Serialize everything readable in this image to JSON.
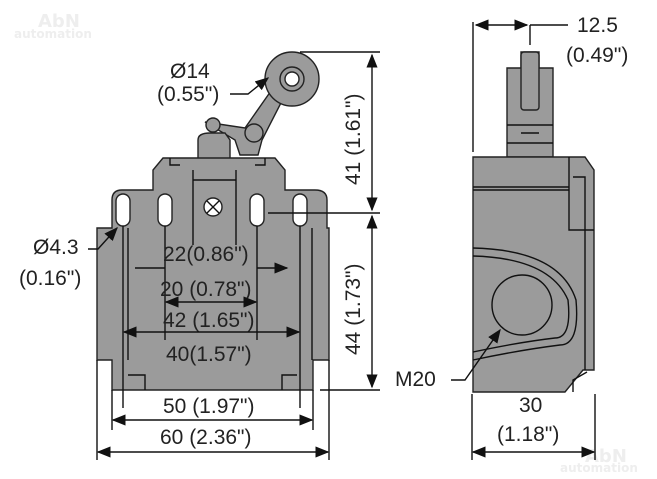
{
  "watermark": {
    "line1": "AbN",
    "line2": "automation"
  },
  "front_view": {
    "roller_diameter": {
      "mm": "Ø14",
      "inch": "(0.55\")"
    },
    "height_top": "41 (1.61\")",
    "height_body": "44 (1.73\")",
    "hole_diameter": {
      "mm": "Ø4.3",
      "inch": "(0.16\")"
    },
    "dim_22": "22(0.86\")",
    "dim_20": "20 (0.78\")",
    "dim_42": "42 (1.65\")",
    "dim_40": "40(1.57\")",
    "dim_50": "50 (1.97\")",
    "dim_60": "60 (2.36\")"
  },
  "side_view": {
    "plunger_offset": {
      "mm": "12.5",
      "inch": "(0.49\")"
    },
    "thread": "M20",
    "width": {
      "mm": "30",
      "inch": "(1.18\")"
    }
  },
  "colors": {
    "body": "#9b9b9b",
    "line": "#111111"
  }
}
